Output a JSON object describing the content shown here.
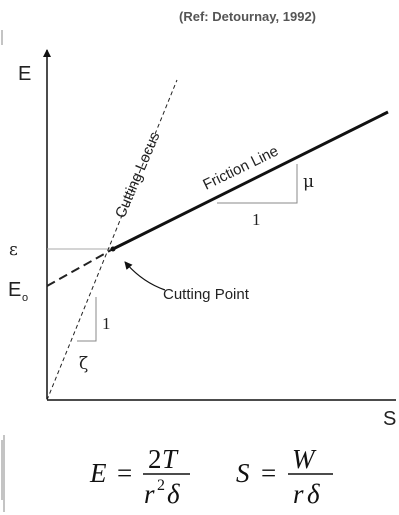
{
  "reference": "(Ref:  Detournay, 1992)",
  "axes": {
    "y_label": "E",
    "x_label": "S"
  },
  "markers": {
    "epsilon": "ε",
    "e_zero_base": "E",
    "e_zero_sub": "o"
  },
  "lines": {
    "cutting_locus": "Cutting Locus",
    "friction_line": "Friction Line",
    "cutting_point": "Cutting Point"
  },
  "slopes": {
    "friction": {
      "rise": "μ",
      "run": "1"
    },
    "cutting": {
      "rise": "1",
      "run": "ζ"
    }
  },
  "equations": {
    "e_lhs": "E",
    "e_equals": "=",
    "e_num_coef": "2",
    "e_num_var": "T",
    "e_den_r": "r",
    "e_den_sup": "2",
    "e_den_delta": "δ",
    "s_lhs": "S",
    "s_equals": "=",
    "s_num": "W",
    "s_den_r": "r",
    "s_den_delta": "δ"
  }
}
